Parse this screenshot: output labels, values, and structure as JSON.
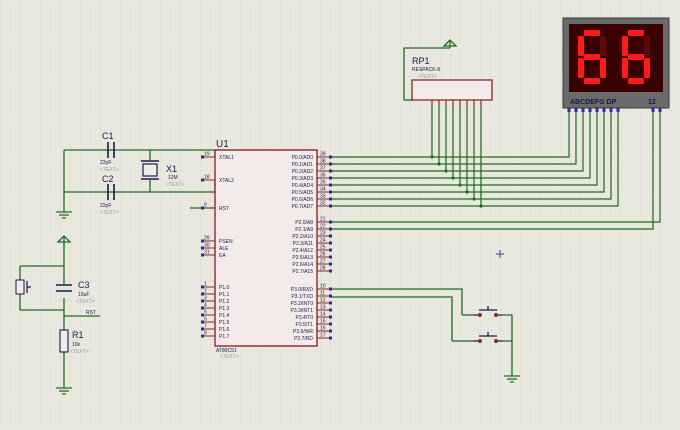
{
  "colors": {
    "background": "#e9e8df",
    "grid": "#d6d5cc",
    "wire": "#1e6b1e",
    "chip_fill": "#f3eaea",
    "chip_border": "#8a2a2a",
    "pin": "#8a2a2a",
    "label": "#1a1a4a",
    "text_placeholder": "#9a9a9a",
    "display_bg": "#3a0000",
    "display_segment": "#ff1a1a",
    "display_frame": "#5a5a5a"
  },
  "mcu": {
    "ref": "U1",
    "part": "AT89C51",
    "placeholder": "<TEXT>",
    "left_pins": [
      {
        "num": "19",
        "name": "XTAL1"
      },
      {
        "num": "18",
        "name": "XTAL2"
      },
      {
        "num": "9",
        "name": "RST"
      },
      {
        "num": "29",
        "name": "PSEN"
      },
      {
        "num": "30",
        "name": "ALE"
      },
      {
        "num": "31",
        "name": "EA"
      },
      {
        "num": "1",
        "name": "P1.0"
      },
      {
        "num": "2",
        "name": "P1.1"
      },
      {
        "num": "3",
        "name": "P1.2"
      },
      {
        "num": "4",
        "name": "P1.3"
      },
      {
        "num": "5",
        "name": "P1.4"
      },
      {
        "num": "6",
        "name": "P1.5"
      },
      {
        "num": "7",
        "name": "P1.6"
      },
      {
        "num": "8",
        "name": "P1.7"
      }
    ],
    "right_pins": [
      {
        "num": "39",
        "name": "P0.0/AD0"
      },
      {
        "num": "38",
        "name": "P0.1/AD1"
      },
      {
        "num": "37",
        "name": "P0.2/AD2"
      },
      {
        "num": "36",
        "name": "P0.3/AD3"
      },
      {
        "num": "35",
        "name": "P0.4/AD4"
      },
      {
        "num": "34",
        "name": "P0.5/AD5"
      },
      {
        "num": "33",
        "name": "P0.6/AD6"
      },
      {
        "num": "32",
        "name": "P0.7/AD7"
      },
      {
        "num": "21",
        "name": "P2.0/A8"
      },
      {
        "num": "22",
        "name": "P2.1/A9"
      },
      {
        "num": "23",
        "name": "P2.2/A10"
      },
      {
        "num": "24",
        "name": "P2.3/A11"
      },
      {
        "num": "25",
        "name": "P2.4/A12"
      },
      {
        "num": "26",
        "name": "P2.5/A13"
      },
      {
        "num": "27",
        "name": "P2.6/A14"
      },
      {
        "num": "28",
        "name": "P2.7/A15"
      },
      {
        "num": "10",
        "name": "P3.0/RXD"
      },
      {
        "num": "11",
        "name": "P3.1/TXD"
      },
      {
        "num": "12",
        "name": "P3.2/INT0"
      },
      {
        "num": "13",
        "name": "P3.3/INT1"
      },
      {
        "num": "14",
        "name": "P3.4/T0"
      },
      {
        "num": "15",
        "name": "P3.5/T1"
      },
      {
        "num": "16",
        "name": "P3.6/WR"
      },
      {
        "num": "17",
        "name": "P3.7/RD"
      }
    ]
  },
  "resistor_pack": {
    "ref": "RP1",
    "part": "RESPACK-8",
    "placeholder": "<TEXT>"
  },
  "display": {
    "digits": [
      "6",
      "6"
    ],
    "segment_label": "ABCDEFG DP",
    "common_label": "12"
  },
  "c1": {
    "ref": "C1",
    "value": "22pF",
    "placeholder": "<TEXT>"
  },
  "c2": {
    "ref": "C2",
    "value": "22pF",
    "placeholder": "<TEXT>"
  },
  "x1": {
    "ref": "X1",
    "value": "12M",
    "placeholder": "<TEXT>"
  },
  "c3": {
    "ref": "C3",
    "value": "10uF",
    "placeholder": "<TEXT>"
  },
  "r1": {
    "ref": "R1",
    "value": "10k",
    "placeholder": "<TEXT>"
  },
  "rst_net": "RST"
}
